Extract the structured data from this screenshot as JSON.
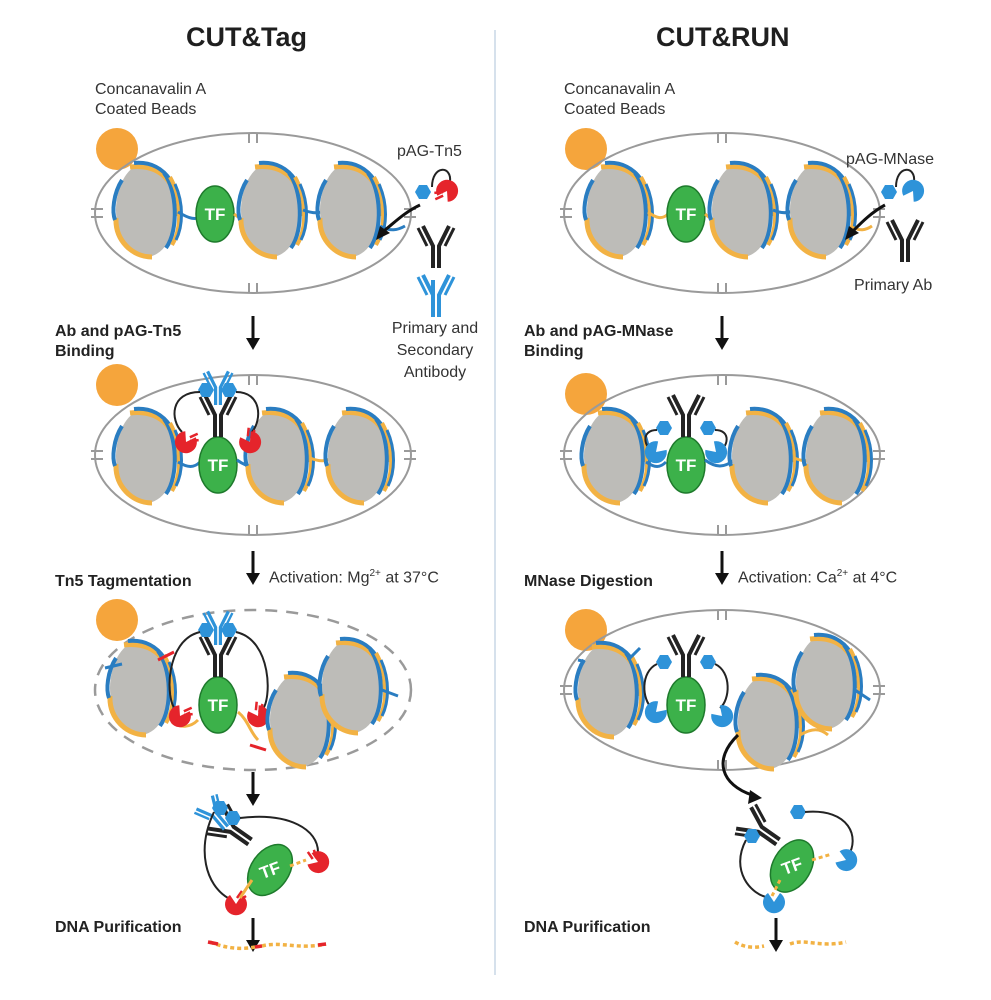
{
  "colors": {
    "bead": "#F5A53C",
    "nucleosome": "#BDBCB8",
    "dna_yellow": "#F2B244",
    "dna_blue": "#2A7DC1",
    "tf_green": "#3CB14A",
    "tn5_red": "#E5242B",
    "protein_blue": "#2E93D9",
    "antibody_black": "#232323",
    "antibody_blue": "#2E93D9",
    "cell_outline": "#9A9A9A",
    "divider": "#C9D7E5"
  },
  "left": {
    "title": "CUT&Tag",
    "beads_line1": "Concanavalin A",
    "beads_line2": "Coated Beads",
    "enzyme_label": "pAG-Tn5",
    "antibody_line1": "Primary and",
    "antibody_line2": "Secondary",
    "antibody_line3": "Antibody",
    "step1_line1": "Ab and pAG-Tn5",
    "step1_line2": "Binding",
    "step2": "Tn5 Tagmentation",
    "activation_prefix": "Activation: Mg",
    "activation_sup": "2+",
    "activation_suffix": " at 37°C",
    "step3": "DNA Purification",
    "tf": "TF"
  },
  "right": {
    "title": "CUT&RUN",
    "beads_line1": "Concanavalin A",
    "beads_line2": "Coated Beads",
    "enzyme_label": "pAG-MNase",
    "antibody_label": "Primary Ab",
    "step1_line1": "Ab and pAG-MNase",
    "step1_line2": "Binding",
    "step2": "MNase Digestion",
    "activation_prefix": "Activation: Ca",
    "activation_sup": "2+",
    "activation_suffix": " at 4°C",
    "step3": "DNA Purification",
    "tf": "TF"
  }
}
